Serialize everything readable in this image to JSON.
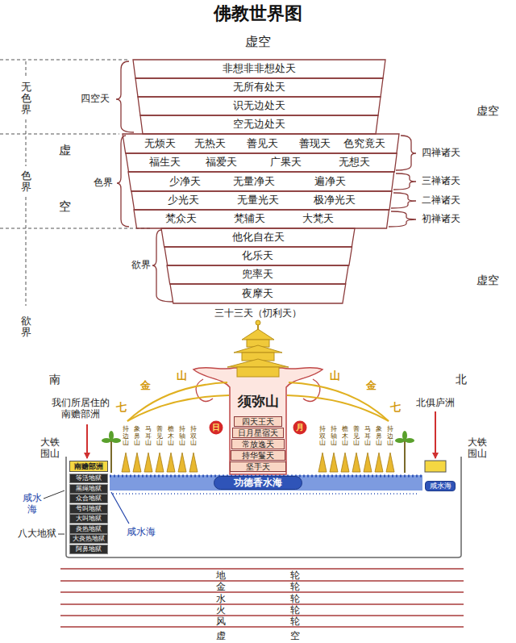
{
  "diagram": {
    "title": "佛教世界图",
    "nodes": [
      {
        "text": [
          "非想非非想处天"
        ]
      },
      {
        "text": [
          "无所有处天"
        ]
      },
      {
        "text": [
          "识无边处天"
        ]
      },
      {
        "text": [
          "空无边处天"
        ]
      },
      {
        "text": [
          "无烦天",
          "无热天",
          "善见天",
          "善现天",
          "色究竟天"
        ]
      },
      {
        "text": [
          "福生天",
          "福爱天",
          "广果天",
          "无想天"
        ]
      },
      {
        "text": [
          "少净天",
          "无量净天",
          "遍净天"
        ]
      },
      {
        "text": [
          "少光天",
          "无量光天",
          "极净光天"
        ]
      },
      {
        "text": [
          "梵众天",
          "梵辅天",
          "大梵天"
        ]
      },
      {
        "text": [
          "他化自在天"
        ]
      },
      {
        "text": [
          "化乐天"
        ]
      },
      {
        "text": [
          "兜率天"
        ]
      },
      {
        "text": [
          "夜摩天"
        ]
      },
      {
        "text": [
          "四天王天"
        ]
      },
      {
        "text": [
          "日月星宿天"
        ]
      },
      {
        "text": [
          "常放逸天"
        ]
      },
      {
        "text": [
          "持华鬘天"
        ]
      },
      {
        "text": [
          "坚手天"
        ]
      },
      {
        "text": [
          "日"
        ]
      },
      {
        "text": [
          "月"
        ]
      },
      {
        "text": [
          "南赡部洲"
        ]
      },
      {
        "text": [
          "等活地狱"
        ]
      },
      {
        "text": [
          "黑绳地狱"
        ]
      },
      {
        "text": [
          "众合地狱"
        ]
      },
      {
        "text": [
          "号叫地狱"
        ]
      },
      {
        "text": [
          "大叫地狱"
        ]
      },
      {
        "text": [
          "炎热地狱"
        ]
      },
      {
        "text": [
          "大炎热地狱"
        ]
      },
      {
        "text": [
          "阿鼻地狱"
        ]
      },
      {
        "text": [
          "功德香水海"
        ]
      },
      {
        "text": [
          "咸水海"
        ]
      }
    ],
    "labels": [
      "虚空",
      "无色界",
      "色界",
      "欲界",
      "四空天",
      "虚",
      "空",
      "色界",
      "欲界",
      "虚空",
      "四禅诸天",
      "三禅诸天",
      "二禅诸天",
      "初禅诸天",
      "虚空",
      "三十三天（忉利天）",
      "须弥山",
      "南",
      "北",
      "我们所居住的 南赡部洲",
      "北俱庐洲",
      "大铁围山",
      "大铁围山",
      "七",
      "金",
      "山",
      "七",
      "金",
      "山",
      "持边山",
      "象鼻山",
      "马耳山",
      "善见山",
      "檐木山",
      "持轴山",
      "持双山",
      "持双山",
      "持轴山",
      "檐木山",
      "善见山",
      "马耳山",
      "象鼻山",
      "持边山",
      "咸水海",
      "八大地狱",
      "咸水海",
      "地轮",
      "金轮",
      "水轮",
      "火轮",
      "风轮",
      "虚空"
    ]
  }
}
